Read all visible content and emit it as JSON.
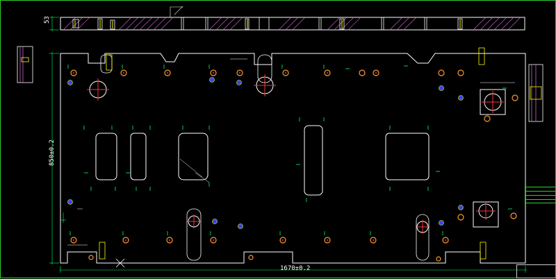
{
  "drawing": {
    "dimensions": {
      "side_thickness": "53",
      "height": "850±0.2",
      "width": "1670±0.2"
    },
    "title_block": {
      "small_text": [
        "",
        "",
        ""
      ]
    },
    "colors": {
      "frame": "#2fd02f",
      "outline": "#ffffff",
      "dimension": "#00ff66",
      "hatch": "#cc66cc",
      "center": "#ff3333",
      "hole": "#ff9933",
      "pin": "#3344ff",
      "accent": "#ffff00"
    }
  }
}
